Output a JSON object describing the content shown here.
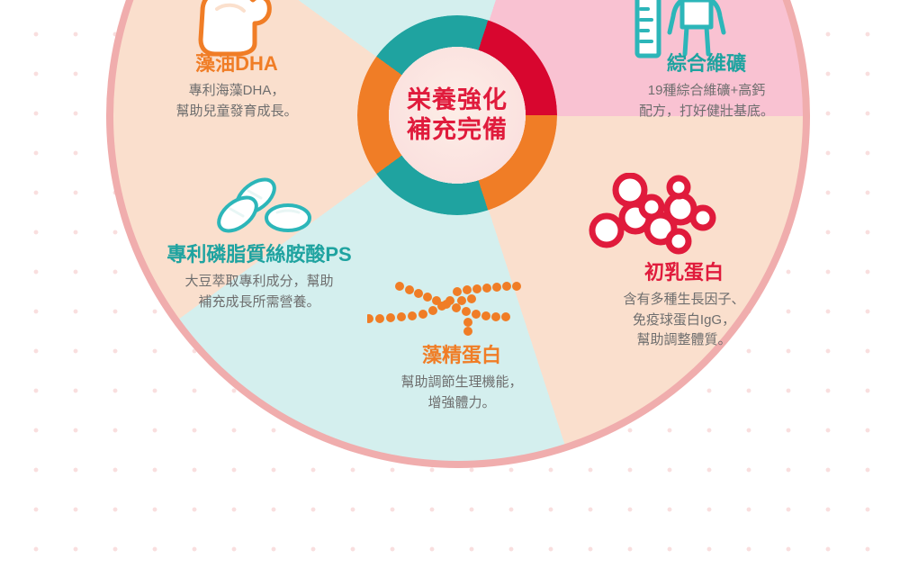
{
  "center": {
    "line1": "栄養強化",
    "line2": "補充完備"
  },
  "colors": {
    "orange": "#f07d26",
    "teal": "#1fa3a0",
    "crimson": "#e01b3c",
    "peach_sector": "#fadfcd",
    "mint_sector": "#d4efee",
    "pink_sector": "#f9c2d2",
    "ring_border": "#f0adad",
    "body_text": "#6e6e6e"
  },
  "sectors": [
    {
      "id": "dha",
      "title": "藻油DHA",
      "title_color": "#f07d26",
      "icon": "muscle-arm-icon",
      "desc_lines": [
        "專利海藻DHA，",
        "幫助兒童發育成長。"
      ]
    },
    {
      "id": "multivitamin",
      "title": "綜合維礦",
      "title_color": "#1fa3a0",
      "icon": "height-ruler-child-icon",
      "desc_lines": [
        "19種綜合維礦+高鈣",
        "配方，打好健壯基底。"
      ]
    },
    {
      "id": "colostrum",
      "title": "初乳蛋白",
      "title_color": "#e01b3c",
      "icon": "molecule-icon",
      "desc_lines": [
        "含有多種生長因子、",
        "免疫球蛋白IgG，",
        "幫助調整體質。"
      ]
    },
    {
      "id": "algae-protein",
      "title": "藻精蛋白",
      "title_color": "#f07d26",
      "icon": "spirulina-strand-icon",
      "desc_lines": [
        "幫助調節生理機能，",
        "增強體力。"
      ]
    },
    {
      "id": "phosphatidylserine",
      "title": "專利磷脂質絲胺酸PS",
      "title_color": "#1fa3a0",
      "icon": "softgel-capsule-icon",
      "desc_lines": [
        "大豆萃取專利成分，幫助",
        "補充成長所需營養。"
      ]
    }
  ]
}
